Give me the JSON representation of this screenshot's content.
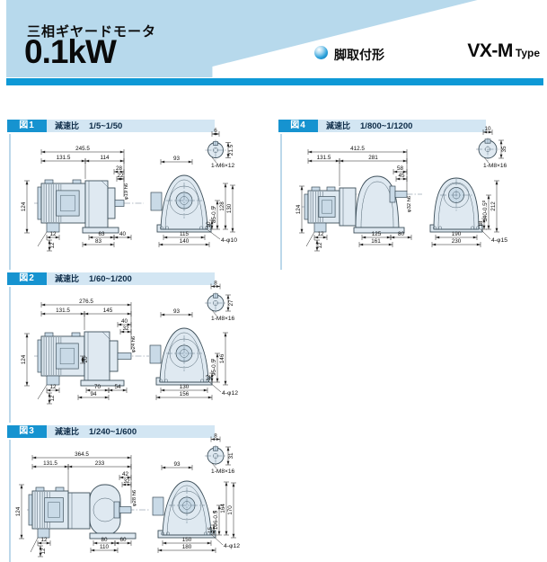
{
  "header": {
    "subtitle": "三相ギヤードモータ",
    "title": "0.1kW",
    "mount_label": "脚取付形",
    "type_name": "VX-M",
    "type_word": "Type"
  },
  "colors": {
    "accent_light": "#b7d9ec",
    "accent_bar": "#0e99d6",
    "figure_box": "#1693d0",
    "figure_strip": "#d3e6f3",
    "drawing_fill": "#dfe9f1"
  },
  "figures": [
    {
      "label": "図1",
      "ratio_caption": "減速比",
      "ratio": "1/5~1/50",
      "side": {
        "total": "245.5",
        "motor": "131.5",
        "gear": "114",
        "shaft_l1": "28",
        "shaft_l2": "22",
        "shaft_dia": "φ19 h6",
        "height": "124",
        "foot_w": "12",
        "foot_h": "12",
        "base_a": "63",
        "base_b": "40",
        "base_c": "83"
      },
      "front": {
        "top_w": "93",
        "tol_zero": "0",
        "center_h": "85-0.5",
        "h2": "128",
        "h3": "130",
        "base_off": "10",
        "w1": "115",
        "w2": "140",
        "holes": "4-φ10"
      },
      "shaft_detail": {
        "key_w": "6",
        "len": "21.5",
        "tap": "1-M6×12"
      }
    },
    {
      "label": "図2",
      "ratio_caption": "減速比",
      "ratio": "1/60~1/200",
      "side": {
        "total": "276.5",
        "motor": "131.5",
        "gear": "145",
        "shaft_l1": "40",
        "shaft_l2": "32",
        "shaft_dia": "φ24 h6",
        "height": "124",
        "mid": "20",
        "foot_w": "12",
        "foot_h": "12",
        "base_a": "70",
        "base_b": "54",
        "base_c": "94"
      },
      "front": {
        "top_w": "93",
        "tol_zero": "0",
        "center_h": "95-0.5",
        "h2": "146",
        "base_off": "12",
        "w1": "130",
        "w2": "156",
        "holes": "4-φ12"
      },
      "shaft_detail": {
        "key_w": "8",
        "len": "27",
        "tap": "1-M8×16"
      }
    },
    {
      "label": "図3",
      "ratio_caption": "減速比",
      "ratio": "1/240~1/600",
      "side": {
        "total": "364.5",
        "motor": "131.5",
        "gear": "233",
        "shaft_l1": "42",
        "shaft_l2": "32",
        "shaft_dia": "φ28 h6",
        "height": "124",
        "foot_w": "12",
        "foot_h": "12",
        "base_a": "80",
        "base_b": "60",
        "base_c": "110"
      },
      "front": {
        "top_w": "93",
        "tol_zero": "0",
        "center_h": "106-0.5",
        "h2": "164",
        "h3": "170",
        "base_off": "15",
        "w1": "150",
        "w2": "180",
        "holes": "4-φ12"
      },
      "shaft_detail": {
        "key_w": "8",
        "len": "31",
        "tap": "1-M8×16"
      }
    },
    {
      "label": "図4",
      "ratio_caption": "減速比",
      "ratio": "1/800~1/1200",
      "side": {
        "total": "412.5",
        "motor": "131.5",
        "gear": "281",
        "shaft_l1": "58",
        "shaft_l2": "45",
        "shaft_dia": "φ32 h6",
        "height": "124",
        "foot_w": "12",
        "foot_h": "12",
        "base_a": "125",
        "base_b": "80",
        "base_c": "161"
      },
      "front": {
        "tol_zero": "0",
        "center_h": "140-0.5",
        "h2": "212",
        "base_off": "18",
        "w1": "190",
        "w2": "230",
        "holes": "4-φ15"
      },
      "shaft_detail": {
        "key_w": "10",
        "len": "35",
        "tap": "1-M8×16"
      }
    }
  ]
}
